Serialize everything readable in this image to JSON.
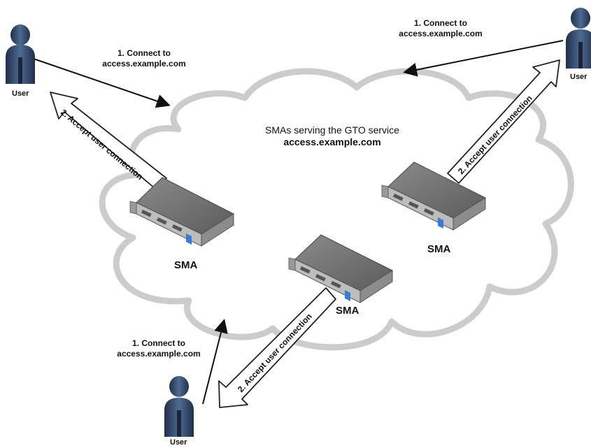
{
  "cloud": {
    "caption_line1": "SMAs serving the GTO service",
    "caption_line2": "access.example.com"
  },
  "users": [
    {
      "label": "User",
      "step1_line1": "1. Connect to",
      "step1_line2": "access.example.com",
      "step2": "2. Accept user connection"
    },
    {
      "label": "User",
      "step1_line1": "1. Connect to",
      "step1_line2": "access.example.com",
      "step2": "2. Accept user connection"
    },
    {
      "label": "User",
      "step1_line1": "1. Connect to",
      "step1_line2": "access.example.com",
      "step2": "2. Accept user connection"
    }
  ],
  "appliances": [
    {
      "label": "SMA"
    },
    {
      "label": "SMA"
    },
    {
      "label": "SMA"
    }
  ],
  "colors": {
    "cloud_stroke": "#cccccc",
    "user_body": "#3d5578",
    "appliance_top": "#7a7a7a",
    "appliance_front": "#bdbdbd",
    "accent_blue": "#3a7bd5"
  }
}
